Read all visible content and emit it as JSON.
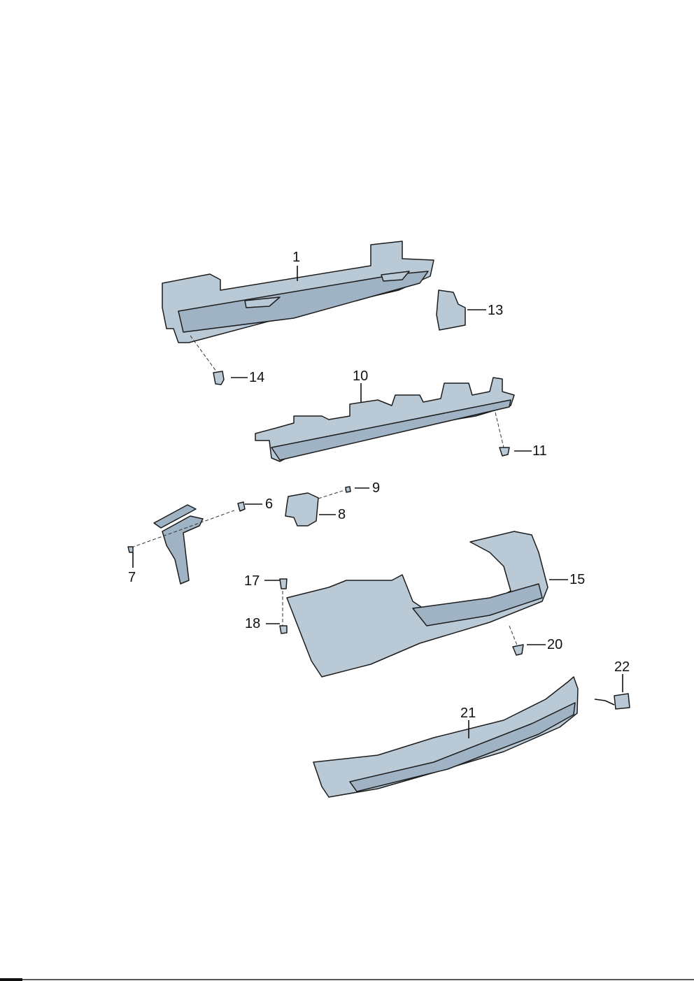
{
  "callouts": {
    "c1": "1",
    "c6": "6",
    "c7": "7",
    "c8": "8",
    "c9": "9",
    "c10": "10",
    "c11": "11",
    "c13": "13",
    "c14": "14",
    "c15": "15",
    "c17": "17",
    "c18": "18",
    "c20": "20",
    "c21": "21",
    "c22": "22"
  },
  "colors": {
    "part_fill": "#b9c9d6",
    "outline": "#1c1c1c"
  }
}
